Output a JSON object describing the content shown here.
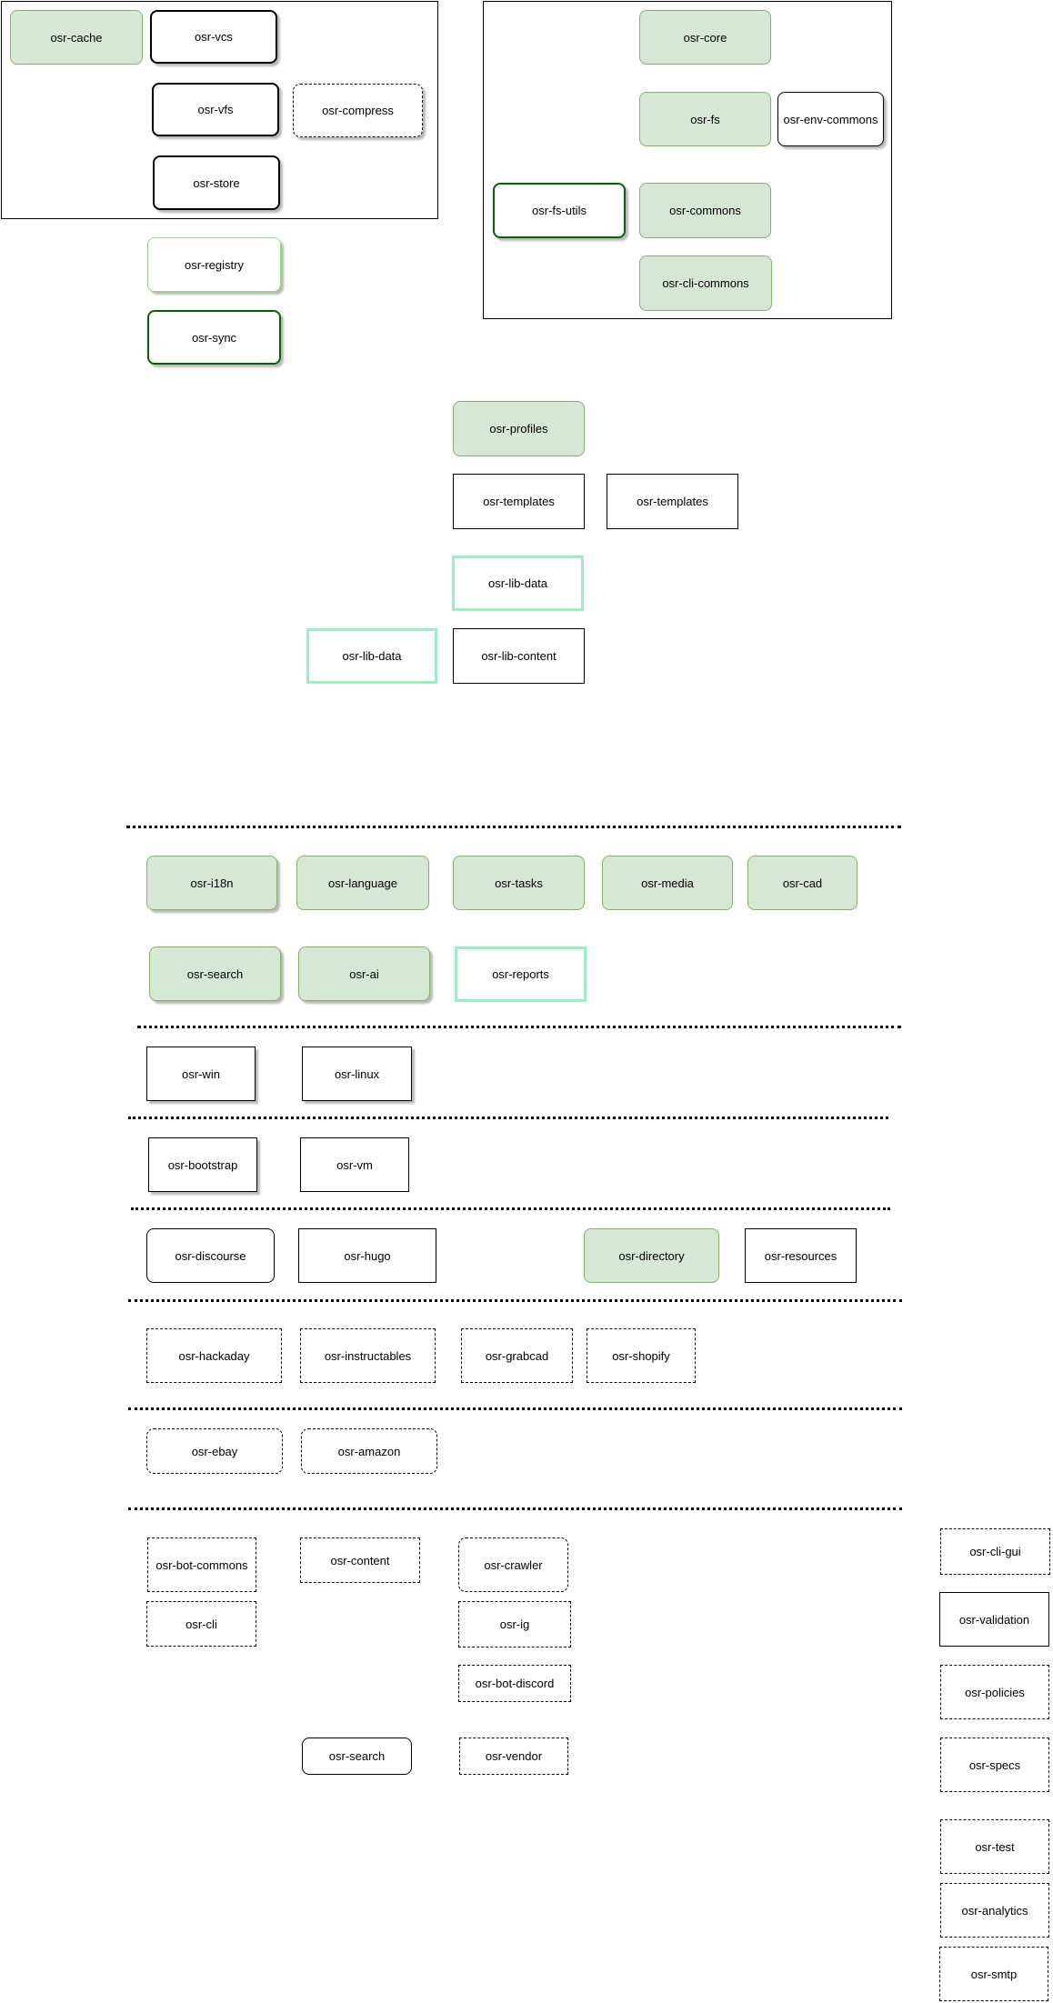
{
  "nodes": {
    "cache": "osr-cache",
    "vcs": "osr-vcs",
    "vfs": "osr-vfs",
    "compress": "osr-compress",
    "store": "osr-store",
    "registry": "osr-registry",
    "sync": "osr-sync",
    "core": "osr-core",
    "fs": "osr-fs",
    "env_commons": "osr-env-commons",
    "fs_utils": "osr-fs-utils",
    "commons": "osr-commons",
    "cli_commons": "osr-cli-commons",
    "profiles": "osr-profiles",
    "templates_1": "osr-templates",
    "templates_2": "osr-templates",
    "lib_data_1": "osr-lib-data",
    "lib_data_2": "osr-lib-data",
    "lib_content": "osr-lib-content",
    "i18n": "osr-i18n",
    "language": "osr-language",
    "tasks": "osr-tasks",
    "media": "osr-media",
    "cad": "osr-cad",
    "search_1": "osr-search",
    "ai": "osr-ai",
    "reports": "osr-reports",
    "win": "osr-win",
    "linux": "osr-linux",
    "bootstrap": "osr-bootstrap",
    "vm": "osr-vm",
    "discourse": "osr-discourse",
    "hugo": "osr-hugo",
    "directory": "osr-directory",
    "resources": "osr-resources",
    "hackaday": "osr-hackaday",
    "instructables": "osr-instructables",
    "grabcad": "osr-grabcad",
    "shopify": "osr-shopify",
    "ebay": "osr-ebay",
    "amazon": "osr-amazon",
    "bot_commons": "osr-bot-commons",
    "content": "osr-content",
    "crawler": "osr-crawler",
    "cli": "osr-cli",
    "ig": "osr-ig",
    "bot_discord": "osr-bot-discord",
    "search_2": "osr-search",
    "vendor": "osr-vendor",
    "cli_gui": "osr-cli-gui",
    "validation": "osr-validation",
    "policies": "osr-policies",
    "specs": "osr-specs",
    "test": "osr-test",
    "analytics": "osr-analytics",
    "smtp": "osr-smtp"
  },
  "colors": {
    "fill_green": "#d5e8d4",
    "stroke_green": "#82b366",
    "dark_green": "#006600",
    "light_green": "#9cd97e",
    "mint": "#99f0c2"
  }
}
